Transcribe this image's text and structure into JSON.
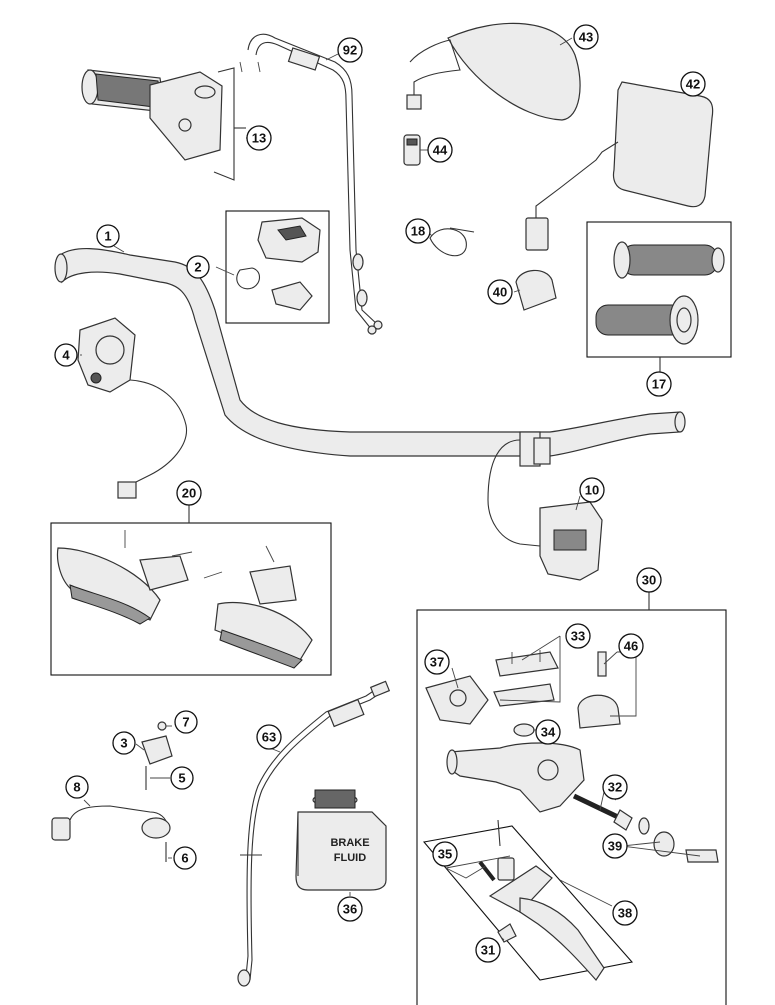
{
  "callouts": {
    "c1": "1",
    "c2": "2",
    "c3": "3",
    "c4": "4",
    "c5": "5",
    "c6": "6",
    "c7": "7",
    "c8": "8",
    "c10": "10",
    "c13": "13",
    "c17": "17",
    "c18": "18",
    "c20": "20",
    "c30": "30",
    "c31": "31",
    "c32": "32",
    "c33": "33",
    "c34": "34",
    "c35": "35",
    "c36": "36",
    "c37": "37",
    "c38": "38",
    "c39": "39",
    "c40": "40",
    "c42": "42",
    "c43": "43",
    "c44": "44",
    "c46": "46",
    "c63": "63",
    "c92": "92"
  },
  "brake_fluid_label": {
    "line1": "BRAKE",
    "line2": "FLUID"
  }
}
